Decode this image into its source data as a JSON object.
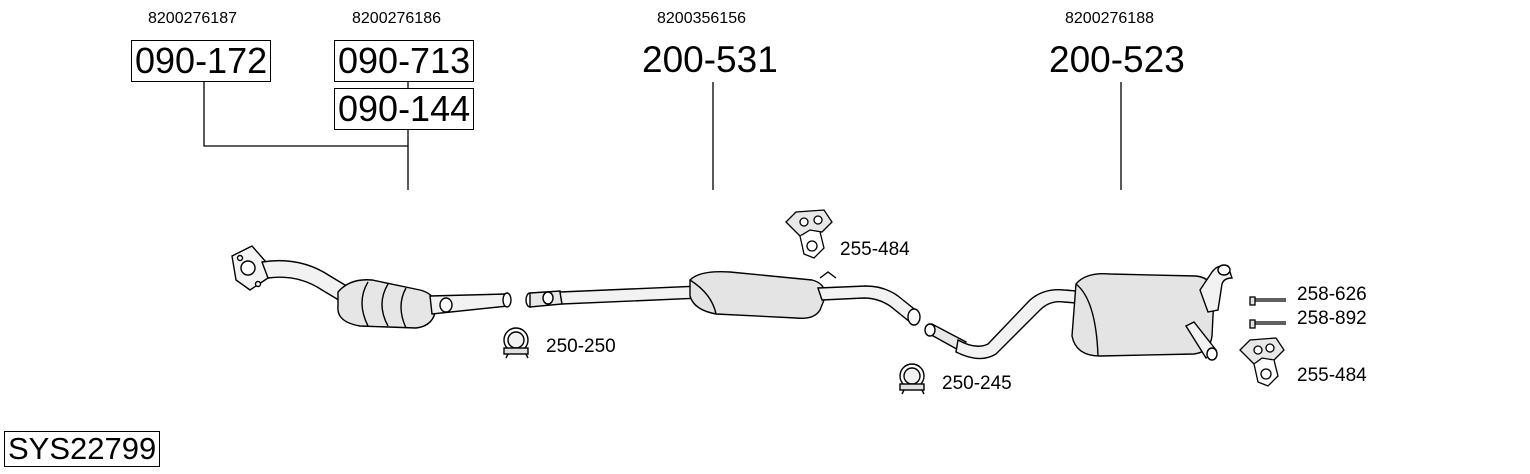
{
  "system_code": "SYS22799",
  "groups": {
    "front": {
      "oem_left": "8200276187",
      "oem_right": "8200276186",
      "part_left": "090-172",
      "part_right_top": "090-713",
      "part_right_bottom": "090-144"
    },
    "center": {
      "oem": "8200356156",
      "part": "200-531"
    },
    "rear": {
      "oem": "8200276188",
      "part": "200-523"
    }
  },
  "accessories": {
    "hanger_top": "255-484",
    "clamp_front": "250-250",
    "clamp_rear": "250-245",
    "bolt_1": "258-626",
    "bolt_2": "258-892",
    "hanger_rear": "255-484"
  }
}
